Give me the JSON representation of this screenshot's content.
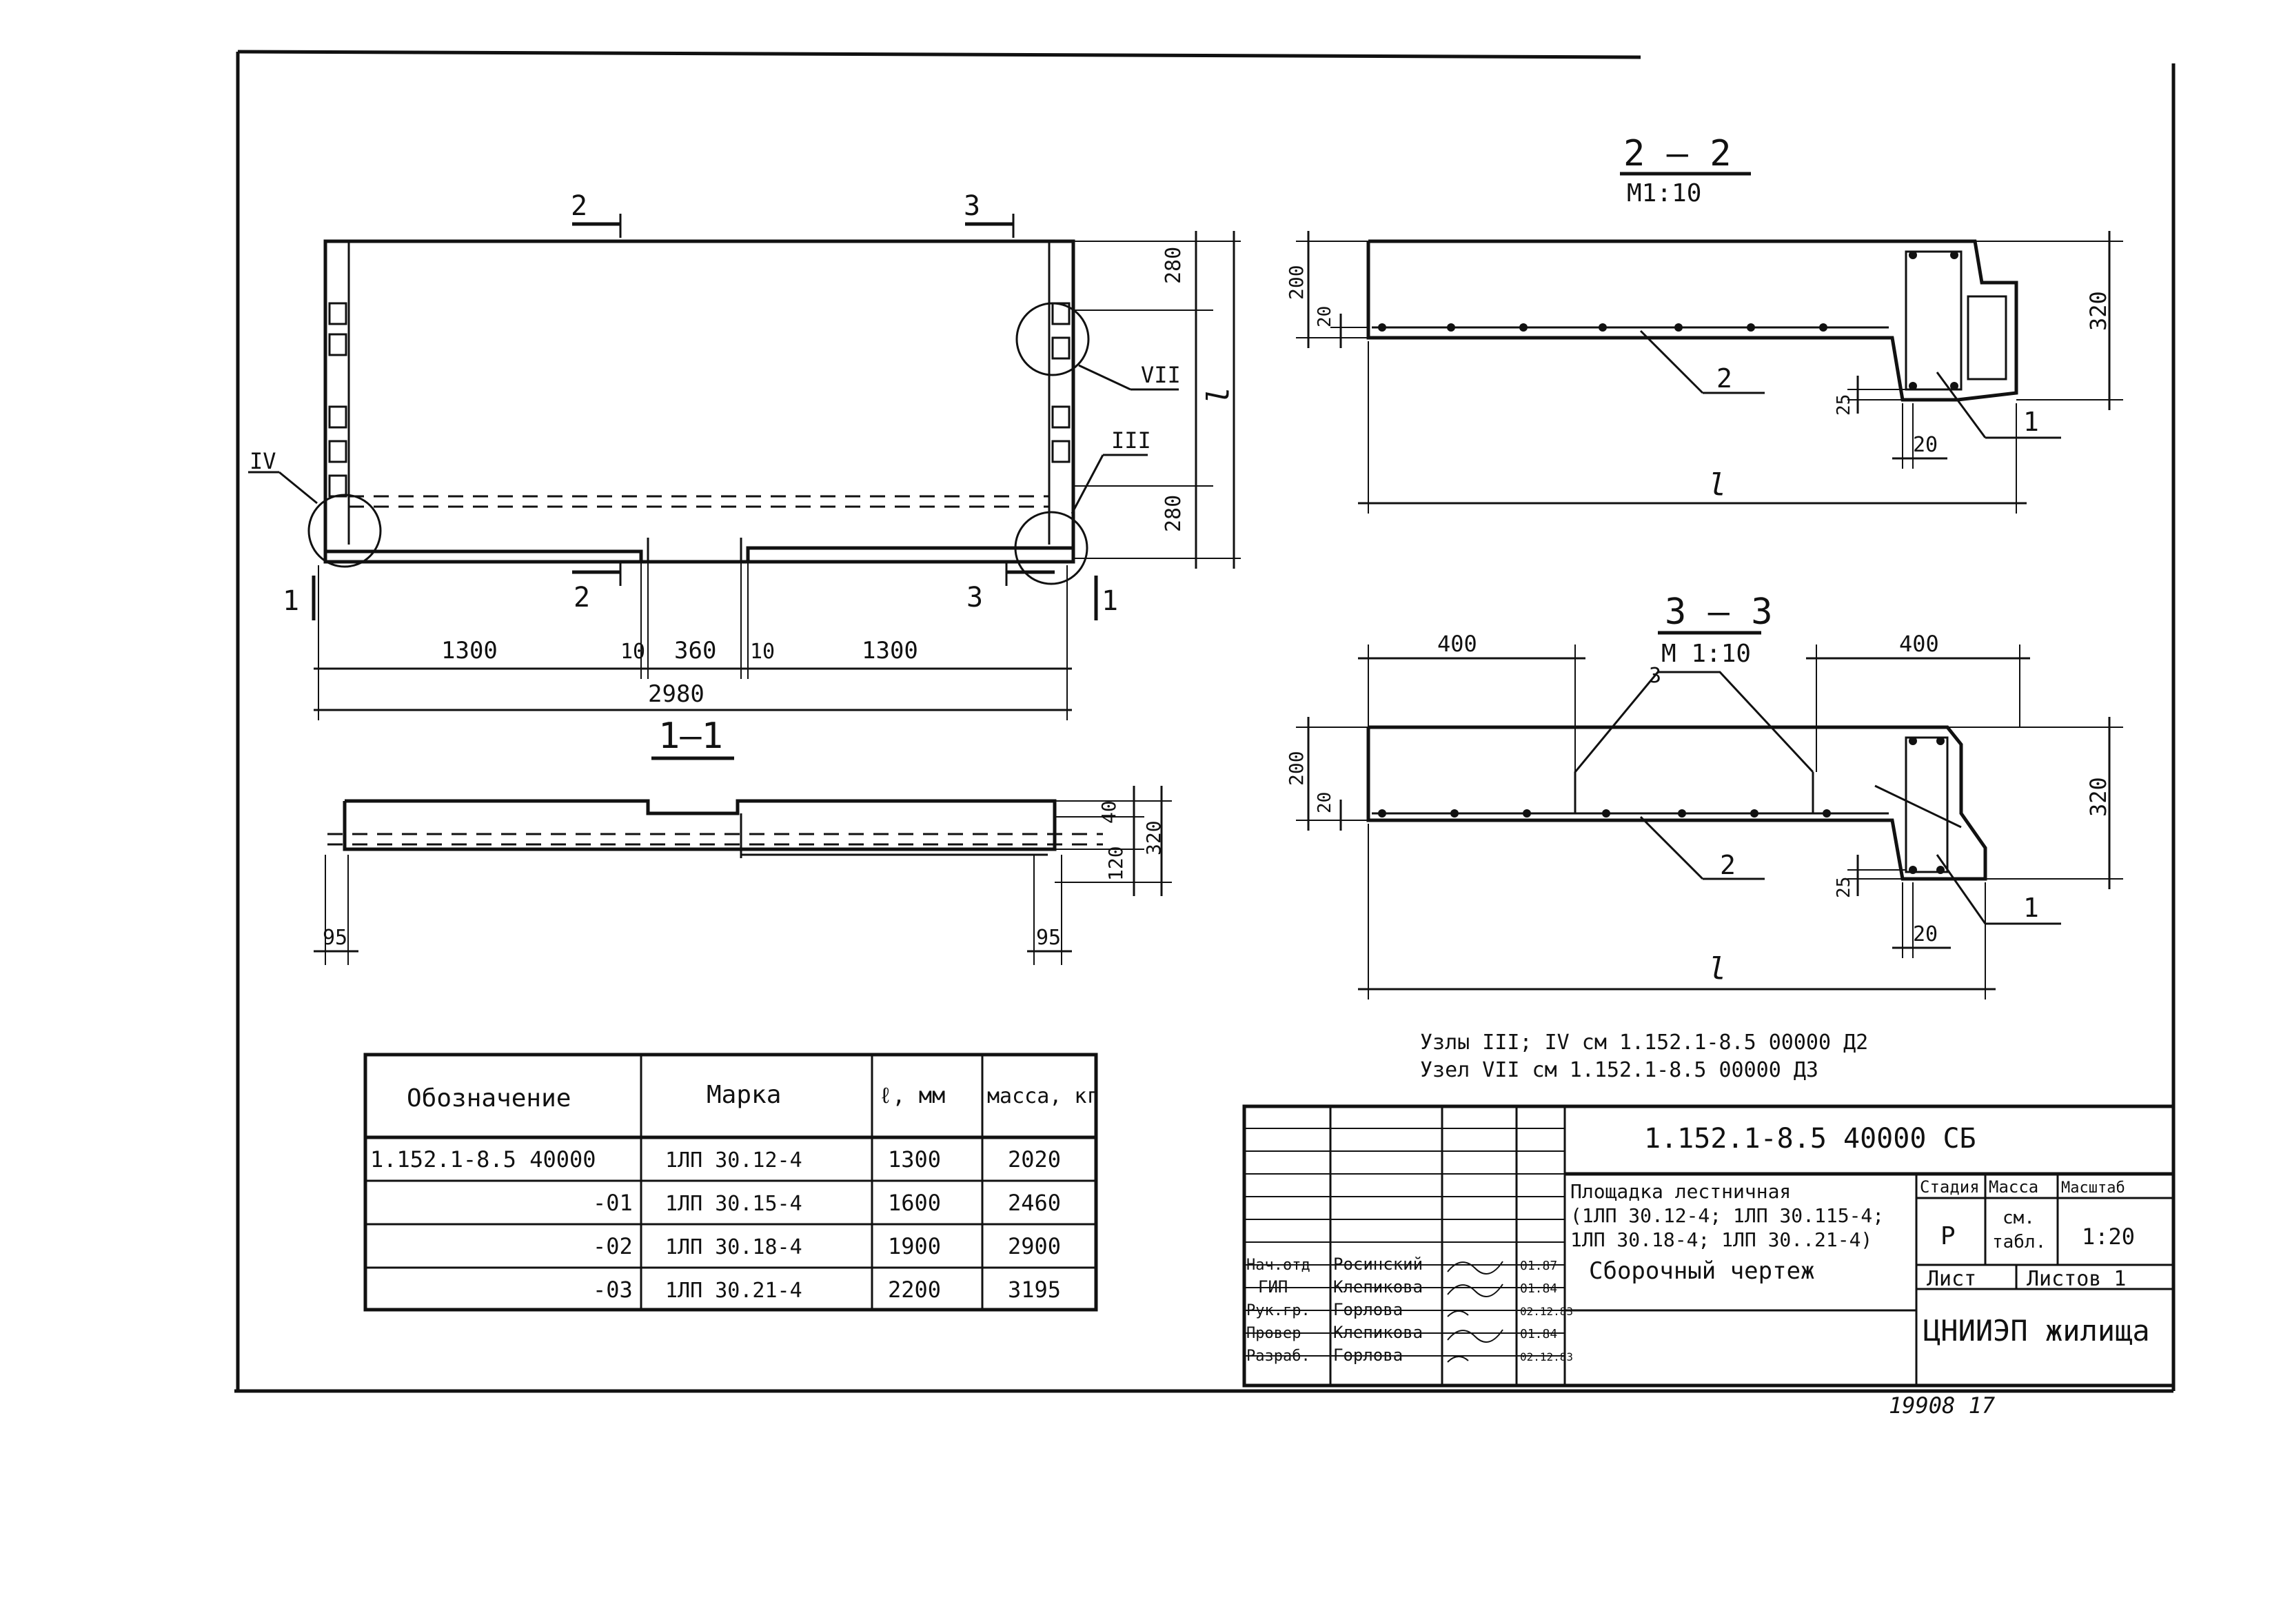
{
  "plan_view": {
    "section_marks": {
      "s2_top": "2",
      "s3_top": "3",
      "s2_bottom": "2",
      "s3_bottom": "3",
      "s1_left": "1",
      "s1_right": "1"
    },
    "node_labels": {
      "node_vii": "VII",
      "node_iv": "IV",
      "node_iii": "III"
    },
    "dims": {
      "d1300_left": "1300",
      "d10_left": "10",
      "d360": "360",
      "d10_right": "10",
      "d1300_right": "1300",
      "total": "2980",
      "d280_top": "280",
      "d280_bottom": "280",
      "length_l": "l"
    }
  },
  "section_1_1": {
    "title": "1—1",
    "dims": {
      "d40": "40",
      "d320": "320",
      "d120": "120",
      "d95_left": "95",
      "d95_right": "95"
    }
  },
  "section_2_2": {
    "title": "2 — 2",
    "scale": "М1:10",
    "dims": {
      "d200": "200",
      "d20_left": "20",
      "d320": "320",
      "d25": "25",
      "d20_bottom": "20",
      "length_l": "l"
    },
    "callouts": {
      "c2": "2",
      "c1": "1"
    }
  },
  "section_3_3": {
    "title": "3 — 3",
    "scale": "М 1:10",
    "dims": {
      "d400_left": "400",
      "d400_right": "400",
      "d200": "200",
      "d20_left": "20",
      "d320": "320",
      "d25": "25",
      "d20_bottom": "20",
      "length_l": "l"
    },
    "callouts": {
      "c3": "3",
      "c2": "2",
      "c1": "1"
    }
  },
  "notes": {
    "line1": "Узлы III; IV см 1.152.1-8.5 00000 Д2",
    "line2": "Узел VII см 1.152.1-8.5 00000 Д3"
  },
  "spec_table": {
    "headers": {
      "designation": "Обозначение",
      "mark": "Марка",
      "length": "ℓ, мм",
      "mass": "масса, кг"
    },
    "rows": [
      {
        "designation": "1.152.1-8.5  40000",
        "mark": "1ЛП 30.12-4",
        "length": "1300",
        "mass": "2020"
      },
      {
        "designation": "-01",
        "mark": "1ЛП 30.15-4",
        "length": "1600",
        "mass": "2460"
      },
      {
        "designation": "-02",
        "mark": "1ЛП 30.18-4",
        "length": "1900",
        "mass": "2900"
      },
      {
        "designation": "-03",
        "mark": "1ЛП 30.21-4",
        "length": "2200",
        "mass": "3195"
      }
    ]
  },
  "title_block": {
    "doc_code": "1.152.1-8.5   40000 СБ",
    "title_lines": [
      "Площадка лестничная",
      "(1ЛП 30.12-4; 1ЛП 30.115-4;",
      "1ЛП 30.18-4; 1ЛП 30..21-4)",
      "Сборочный чертеж"
    ],
    "stage_header": "Стадия",
    "mass_header": "Масса",
    "scale_header": "Масштаб",
    "stage": "Р",
    "mass_line1": "см.",
    "mass_line2": "табл.",
    "scale": "1:20",
    "sheet_label": "Лист",
    "sheets_label": "Листов 1",
    "organization": "ЦНИИЭП жилища",
    "signatures": [
      {
        "role": "Нач.отд",
        "name": "Росинский",
        "date": "01.87"
      },
      {
        "role": "ГИП",
        "name": "Клепикова",
        "date": "01.84"
      },
      {
        "role": "Рук.гр.",
        "name": "Горлова",
        "date": "02.12.83"
      },
      {
        "role": "Провер",
        "name": "Клепикова",
        "date": "01.84"
      },
      {
        "role": "Разраб.",
        "name": "Горлова",
        "date": "02.12.83"
      }
    ],
    "archive_number": "19908  17"
  }
}
